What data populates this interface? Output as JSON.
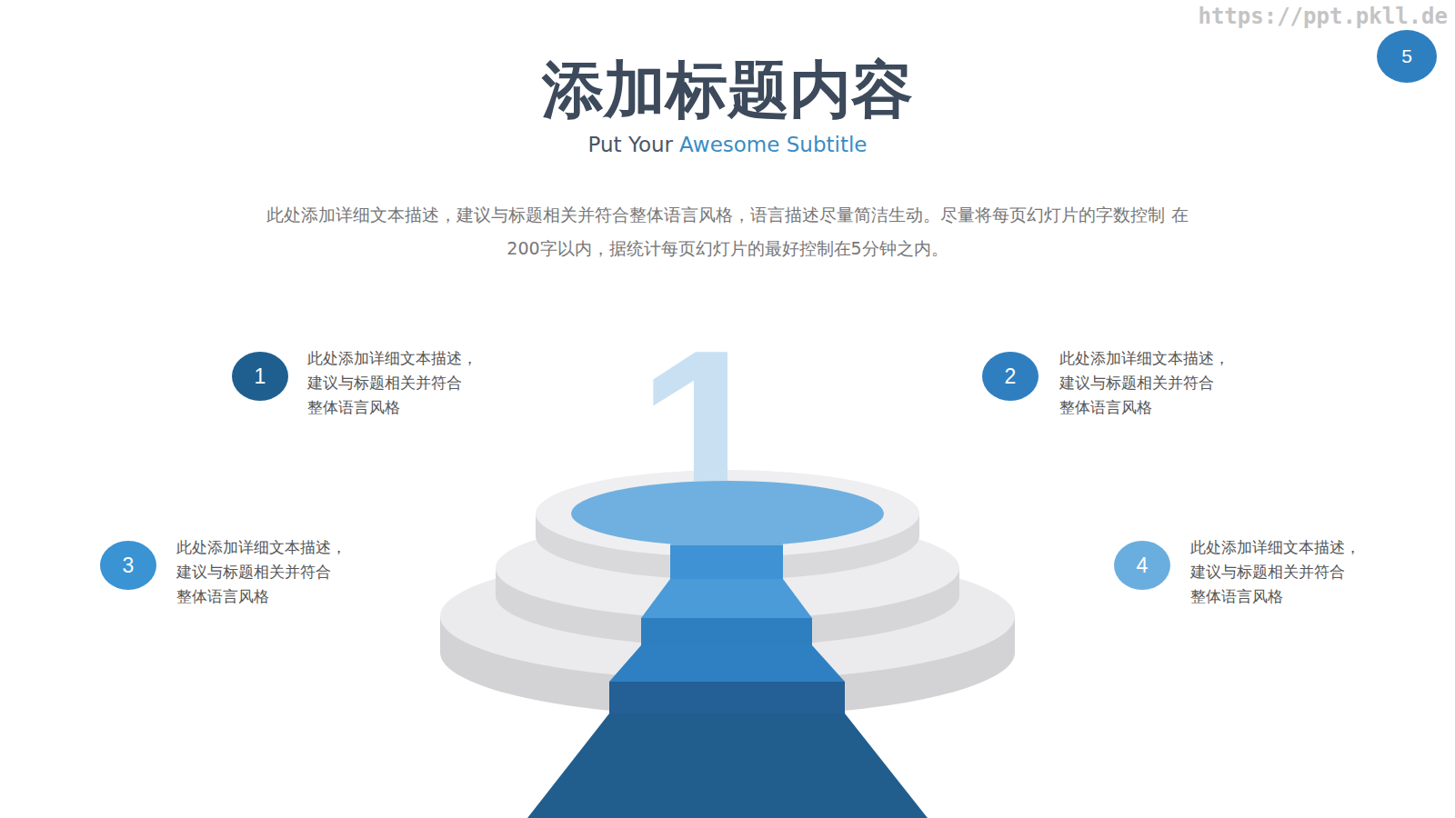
{
  "diagram": {
    "title": "添加标题内容",
    "nodes": [
      {
        "text": [
          "5"
        ]
      },
      {
        "text": [
          "1",
          "此处添加详细文本描述， 建议与标题相关并符合 整体语言风格"
        ]
      },
      {
        "text": [
          "2",
          "此处添加详细文本描述， 建议与标题相关并符合 整体语言风格"
        ]
      },
      {
        "text": [
          "3",
          "此处添加详细文本描述， 建议与标题相关并符合 整体语言风格"
        ]
      },
      {
        "text": [
          "4",
          "此处添加详细文本描述， 建议与标题相关并符合 整体语言风格"
        ]
      }
    ],
    "labels": [
      "https://ppt.pkll.de",
      "Put Your",
      "Awesome Subtitle",
      "此处添加详细文本描述，建议与标题相关并符合整体语言风格，语言描述尽量简洁生动。尽量将每页幻灯片的字数控制 在 200字以内，据统计每页幻灯片的最好控制在5分钟之内。",
      "1"
    ]
  }
}
